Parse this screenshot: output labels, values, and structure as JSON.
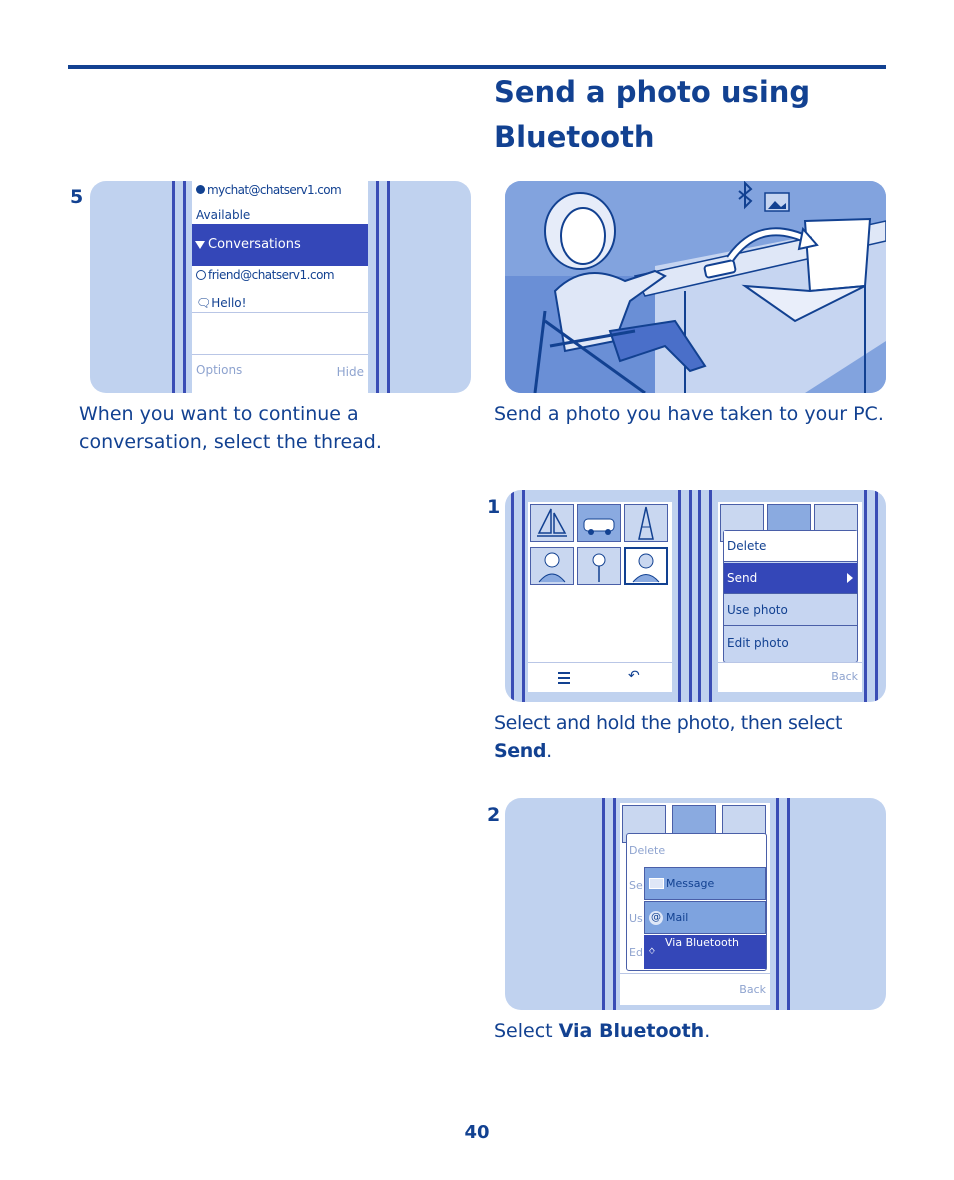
{
  "page": {
    "title": "Send a photo using Bluetooth",
    "page_number": "40"
  },
  "step5": {
    "number": "5",
    "contact": "mychat@chatserv1.com",
    "status": "Available",
    "conversations": "Conversations",
    "friend": "friend@chatserv1.com",
    "message": "Hello!",
    "options": "Options",
    "hide": "Hide",
    "caption": "When you want to continue a conversation, select the thread."
  },
  "intro": {
    "caption": "Send a photo you have taken to your PC."
  },
  "step1": {
    "number": "1",
    "menu": [
      "Delete",
      "Send",
      "Use photo",
      "Edit photo"
    ],
    "back": "Back",
    "caption_pre": "Select and hold the photo, then select ",
    "caption_bold": "Send",
    "caption_post": "."
  },
  "step2": {
    "number": "2",
    "menu_bg": [
      "Delete",
      "Se",
      "Us",
      "Ed"
    ],
    "submenu": [
      "Message",
      "Mail",
      "Via Bluetooth"
    ],
    "back": "Back",
    "caption_pre": "Select ",
    "caption_bold": "Via Bluetooth",
    "caption_post": "."
  },
  "colors": {
    "brand": "#124191",
    "panel": "#c0d2ef",
    "highlight": "#3447b8",
    "menu_item": "#7ea3df"
  }
}
